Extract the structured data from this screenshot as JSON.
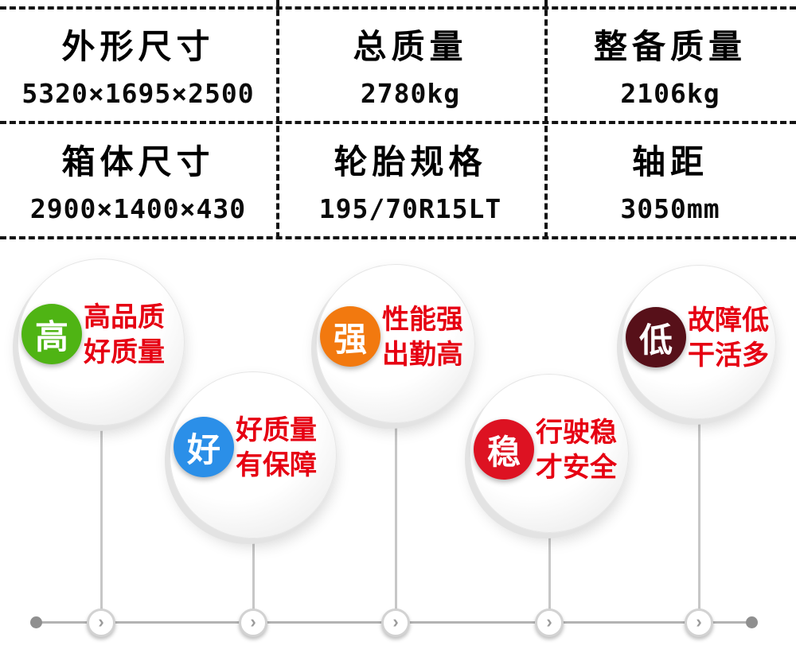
{
  "specs": {
    "rows": [
      [
        {
          "label": "外形尺寸",
          "value": "5320×1695×2500"
        },
        {
          "label": "总质量",
          "value": "2780kg"
        },
        {
          "label": "整备质量",
          "value": "2106kg"
        }
      ],
      [
        {
          "label": "箱体尺寸",
          "value": "2900×1400×430"
        },
        {
          "label": "轮胎规格",
          "value": "195/70R15LT"
        },
        {
          "label": "轴距",
          "value": "3050mm"
        }
      ]
    ]
  },
  "features": [
    {
      "badge": "高",
      "badge_color": "#4fb414",
      "line1": "高品质",
      "line2": "好质量"
    },
    {
      "badge": "好",
      "badge_color": "#2b8fe8",
      "line1": "好质量",
      "line2": "有保障"
    },
    {
      "badge": "强",
      "badge_color": "#f2790f",
      "line1": "性能强",
      "line2": "出勤高"
    },
    {
      "badge": "稳",
      "badge_color": "#dd1222",
      "line1": "行驶稳",
      "line2": "才安全"
    },
    {
      "badge": "低",
      "badge_color": "#571019",
      "line1": "故障低",
      "line2": "干活多"
    }
  ],
  "colors": {
    "feature_text": "#e60012",
    "dash_line": "#141414",
    "connector_gray": "#c7c7c7"
  },
  "timeline": {
    "chevron": "›"
  }
}
